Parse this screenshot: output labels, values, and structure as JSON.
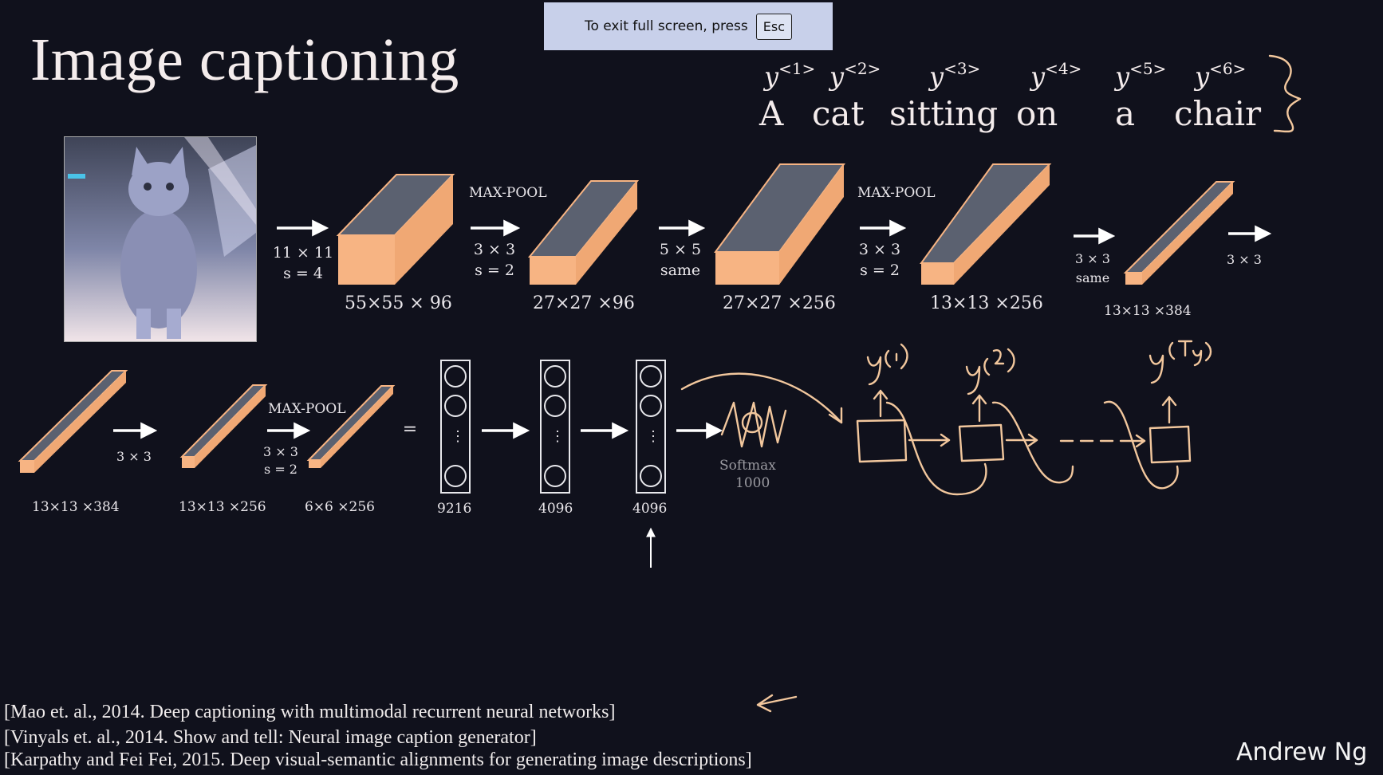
{
  "slide": {
    "title": "Image captioning",
    "fullscreen_notice": {
      "text": "To exit full screen, press",
      "key": "Esc"
    },
    "caption": {
      "labels": [
        "y",
        "y",
        "y",
        "y",
        "y",
        "y"
      ],
      "label_indices": [
        "<1>",
        "<2>",
        "<3>",
        "<4>",
        "<5>",
        "<6>"
      ],
      "words": [
        "A",
        "cat",
        "sitting",
        "on",
        "a",
        "chair"
      ]
    },
    "network_row1": {
      "ops": [
        {
          "line1": "11 × 11",
          "line2": "s = 4"
        },
        {
          "header": "MAX-POOL",
          "line1": "3 × 3",
          "line2": "s = 2"
        },
        {
          "line1": "5 × 5",
          "line2": "same"
        },
        {
          "header": "MAX-POOL",
          "line1": "3 × 3",
          "line2": "s = 2"
        },
        {
          "line1": "3 × 3",
          "line2": "same"
        },
        {
          "line1": "3 × 3"
        }
      ],
      "dims": [
        "55×55 × 96",
        "27×27 ×96",
        "27×27 ×256",
        "13×13 ×256",
        "13×13 ×384"
      ]
    },
    "network_row2": {
      "ops": [
        {
          "line1": "3 × 3"
        },
        {
          "header": "MAX-POOL",
          "line1": "3 × 3",
          "line2": "s = 2"
        },
        {
          "line1": "="
        }
      ],
      "dims": [
        "13×13 ×384",
        "13×13 ×256",
        "6×6 ×256"
      ],
      "fc_sizes": [
        "9216",
        "4096",
        "4096"
      ],
      "softmax": {
        "label": "Softmax",
        "size": "1000"
      },
      "dots": "⋮"
    },
    "handwriting": {
      "outputs": [
        "y⁽¹⁾",
        "y⁽²⁾",
        "y⁽ᵀʸ⁾"
      ]
    },
    "references": [
      "[Mao et. al., 2014. Deep captioning with multimodal recurrent neural networks]",
      "[Vinyals et. al., 2014. Show and tell: Neural image caption generator]",
      "[Karpathy and Fei Fei, 2015. Deep visual-semantic alignments for generating image descriptions]"
    ],
    "author": "Andrew Ng",
    "colors": {
      "background": "#10111c",
      "volume_face": "#f7b483",
      "volume_top": "#5b6170",
      "handwriting": "#f2c79d",
      "text": "#e9e6ea"
    }
  }
}
